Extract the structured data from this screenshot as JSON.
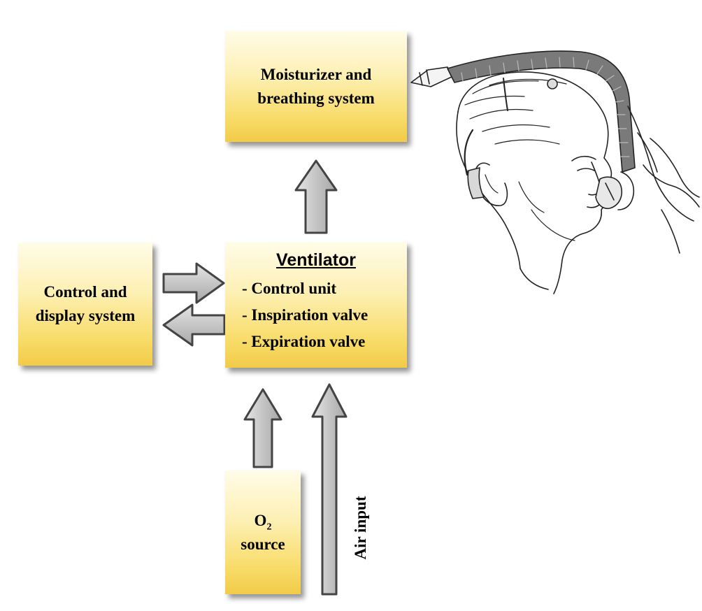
{
  "boxes": {
    "moisturizer": {
      "lines": [
        "Moisturizer and",
        "breathing system"
      ]
    },
    "control": {
      "lines": [
        "Control and",
        "display system"
      ]
    },
    "ventilator": {
      "title": "Ventilator",
      "items": [
        "- Control unit",
        "- Inspiration valve",
        "- Expiration valve"
      ]
    },
    "o2": {
      "symbol": "O",
      "subscript": "2",
      "label": "source"
    }
  },
  "air_input_label": "Air input",
  "colors": {
    "box_gradient_top": "#fffce8",
    "box_gradient_bottom": "#f2cb48",
    "arrow_fill": "#c9c9c9",
    "arrow_stroke": "#444444"
  },
  "icons": {
    "patient": "patient-head-with-breathing-tube-illustration"
  }
}
